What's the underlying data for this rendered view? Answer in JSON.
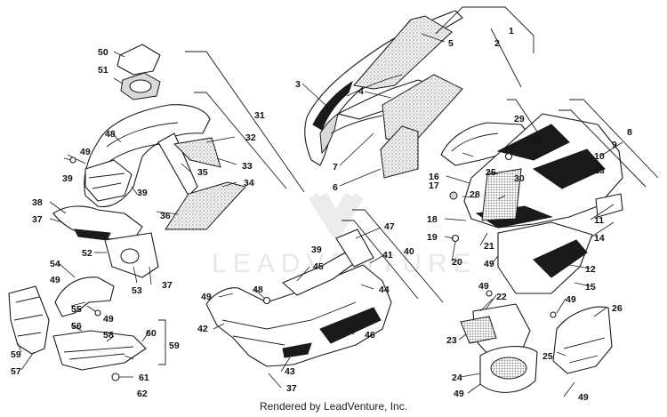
{
  "diagram": {
    "watermark": "LEADVENTURE",
    "footer": "Rendered by LeadVenture, Inc.",
    "callouts": [
      {
        "id": "c1",
        "text": "1"
      },
      {
        "id": "c2",
        "text": "2"
      },
      {
        "id": "c3",
        "text": "3"
      },
      {
        "id": "c4",
        "text": "4"
      },
      {
        "id": "c5",
        "text": "5"
      },
      {
        "id": "c6",
        "text": "6"
      },
      {
        "id": "c7",
        "text": "7"
      },
      {
        "id": "c8",
        "text": "8"
      },
      {
        "id": "c9",
        "text": "9"
      },
      {
        "id": "c10",
        "text": "10"
      },
      {
        "id": "c11",
        "text": "11"
      },
      {
        "id": "c12",
        "text": "12"
      },
      {
        "id": "c13",
        "text": "13"
      },
      {
        "id": "c14",
        "text": "14"
      },
      {
        "id": "c15",
        "text": "15"
      },
      {
        "id": "c16",
        "text": "16"
      },
      {
        "id": "c17",
        "text": "17"
      },
      {
        "id": "c18",
        "text": "18"
      },
      {
        "id": "c19",
        "text": "19"
      },
      {
        "id": "c20",
        "text": "20"
      },
      {
        "id": "c21",
        "text": "21"
      },
      {
        "id": "c22",
        "text": "22"
      },
      {
        "id": "c23",
        "text": "23"
      },
      {
        "id": "c24",
        "text": "24"
      },
      {
        "id": "c25a",
        "text": "25"
      },
      {
        "id": "c25b",
        "text": "25"
      },
      {
        "id": "c26",
        "text": "26"
      },
      {
        "id": "c27",
        "text": "27"
      },
      {
        "id": "c28",
        "text": "28"
      },
      {
        "id": "c29",
        "text": "29"
      },
      {
        "id": "c30",
        "text": "30"
      },
      {
        "id": "c31",
        "text": "31"
      },
      {
        "id": "c32",
        "text": "32"
      },
      {
        "id": "c33",
        "text": "33"
      },
      {
        "id": "c34",
        "text": "34"
      },
      {
        "id": "c35",
        "text": "35"
      },
      {
        "id": "c36",
        "text": "36"
      },
      {
        "id": "c37a",
        "text": "37"
      },
      {
        "id": "c37b",
        "text": "37"
      },
      {
        "id": "c37c",
        "text": "37"
      },
      {
        "id": "c38",
        "text": "38"
      },
      {
        "id": "c39a",
        "text": "39"
      },
      {
        "id": "c39b",
        "text": "39"
      },
      {
        "id": "c39c",
        "text": "39"
      },
      {
        "id": "c40",
        "text": "40"
      },
      {
        "id": "c41",
        "text": "41"
      },
      {
        "id": "c42",
        "text": "42"
      },
      {
        "id": "c43",
        "text": "43"
      },
      {
        "id": "c44",
        "text": "44"
      },
      {
        "id": "c45",
        "text": "45"
      },
      {
        "id": "c46",
        "text": "46"
      },
      {
        "id": "c47",
        "text": "47"
      },
      {
        "id": "c48a",
        "text": "48"
      },
      {
        "id": "c48b",
        "text": "48"
      },
      {
        "id": "c49a",
        "text": "49"
      },
      {
        "id": "c49b",
        "text": "49"
      },
      {
        "id": "c49c",
        "text": "49"
      },
      {
        "id": "c49d",
        "text": "49"
      },
      {
        "id": "c49e",
        "text": "49"
      },
      {
        "id": "c49f",
        "text": "49"
      },
      {
        "id": "c49g",
        "text": "49"
      },
      {
        "id": "c49h",
        "text": "49"
      },
      {
        "id": "c49i",
        "text": "49"
      },
      {
        "id": "c50",
        "text": "50"
      },
      {
        "id": "c51",
        "text": "51"
      },
      {
        "id": "c52",
        "text": "52"
      },
      {
        "id": "c53",
        "text": "53"
      },
      {
        "id": "c54",
        "text": "54"
      },
      {
        "id": "c55",
        "text": "55"
      },
      {
        "id": "c56",
        "text": "56"
      },
      {
        "id": "c57",
        "text": "57"
      },
      {
        "id": "c58",
        "text": "58"
      },
      {
        "id": "c59a",
        "text": "59"
      },
      {
        "id": "c59b",
        "text": "59"
      },
      {
        "id": "c60",
        "text": "60"
      },
      {
        "id": "c61",
        "text": "61"
      },
      {
        "id": "c62",
        "text": "62"
      }
    ]
  }
}
